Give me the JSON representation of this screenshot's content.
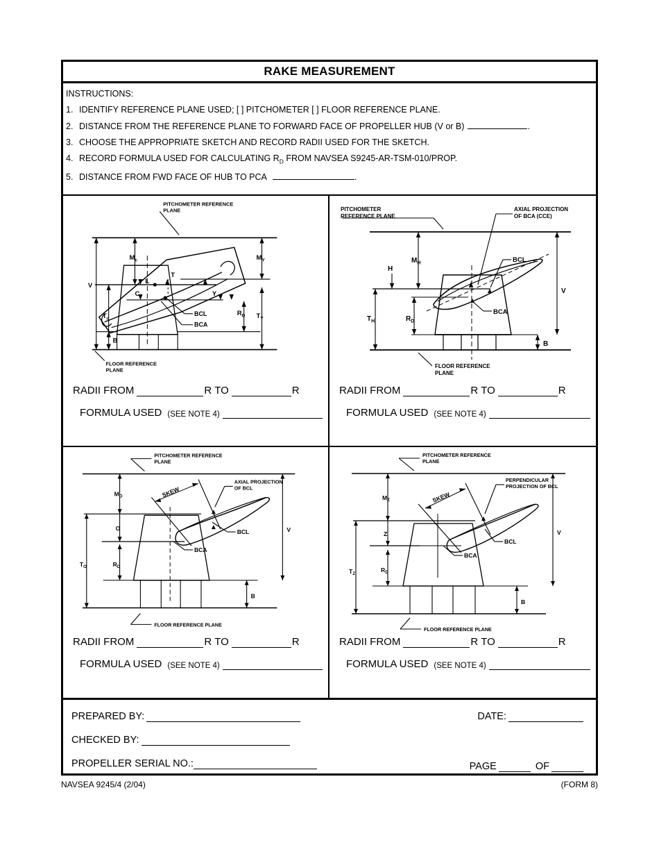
{
  "form": {
    "title": "RAKE MEASUREMENT",
    "instructions_heading": "INSTRUCTIONS:",
    "instructions": [
      {
        "num": "1.",
        "text": "IDENTIFY REFERENCE PLANE USED; [  ] PITCHOMETER [  ] FLOOR REFERENCE PLANE."
      },
      {
        "num": "2.",
        "text_before": "DISTANCE FROM THE REFERENCE PLANE TO FORWARD FACE OF PROPELLER HUB (V or B)",
        "text_after": "."
      },
      {
        "num": "3.",
        "text": "CHOOSE THE APPROPRIATE SKETCH AND RECORD RADII USED FOR THE SKETCH."
      },
      {
        "num": "4.",
        "text_before": "RECORD FORMULA USED FOR CALCULATING R",
        "subscript": "D",
        "text_after": " FROM NAVSEA S9245-AR-TSM-010/PROP."
      },
      {
        "num": "5.",
        "text_before": "DISTANCE FROM FWD FACE OF HUB TO PCA",
        "text_after": "."
      }
    ],
    "field_labels": {
      "radii_from": "RADII FROM",
      "to": "TO",
      "r_mark": "R",
      "formula_used": "FORMULA USED",
      "see_note": "(SEE NOTE 4)"
    },
    "footer": {
      "prepared_by": "PREPARED BY:",
      "checked_by": "CHECKED BY:",
      "propeller_serial_no": "PROPELLER SERIAL NO.:",
      "date": "DATE:",
      "page": "PAGE",
      "of": "OF"
    },
    "bottom_left": "NAVSEA 9245/4 (2/04)",
    "bottom_right": "(FORM 8)"
  },
  "sketches": [
    {
      "id": "sketch-1",
      "pitchometer_label_line1": "PITCHOMETER REFERENCE",
      "pitchometer_label_line2": "PLANE",
      "floor_label_line1": "FLOOR REFERENCE",
      "floor_label_line2": "PLANE",
      "dims": {
        "m_c": "M",
        "m_c_sub": "c",
        "m_y": "M",
        "m_y_sub": "Y",
        "v": "V",
        "t_c": "T",
        "t_c_sub": "c",
        "t_y": "T",
        "t_y_sub": "Y",
        "r_d": "R",
        "r_d_sub": "D",
        "b": "B",
        "t": "T",
        "l": "L",
        "c": "C",
        "y": "Y"
      },
      "callouts": {
        "bcl": "BCL",
        "bca": "BCA"
      }
    },
    {
      "id": "sketch-2",
      "pitchometer_label_line1": "PITCHOMETER",
      "pitchometer_label_line2": "REFERENCE  PLANE",
      "floor_label_line1": "FLOOR  REFERENCE",
      "floor_label_line2": "PLANE",
      "projection_line1": "AXIAL  PROJECTION",
      "projection_line2": "OF BCA (CCE)",
      "dims": {
        "m_h": "M",
        "m_h_sub": "H",
        "h": "H",
        "t_h": "T",
        "t_h_sub": "H",
        "r_d": "R",
        "r_d_sub": "D",
        "v": "V",
        "b": "B"
      },
      "callouts": {
        "bcl": "BCL",
        "bca": "BCA"
      }
    },
    {
      "id": "sketch-3",
      "pitchometer_label_line1": "PITCHOMETER REFERENCE",
      "pitchometer_label_line2": "PLANE",
      "floor_label": "FLOOR REFERENCE PLANE",
      "projection_line1": "AXIAL PROJECTION",
      "projection_line2": "OF BCL",
      "skew": "SKEW",
      "dims": {
        "m_o": "M",
        "m_o_sub": "O",
        "o": "O",
        "t_o": "T",
        "t_o_sub": "O",
        "r_d": "R",
        "r_d_sub": "D",
        "v": "V",
        "b": "B"
      },
      "callouts": {
        "bcl": "BCL",
        "bca": "BCA"
      }
    },
    {
      "id": "sketch-4",
      "pitchometer_label_line1": "PITCHOMETER REFERENCE",
      "pitchometer_label_line2": "PLANE",
      "floor_label": "FLOOR REFERENCE  PLANE",
      "projection_line1": "PERPENDICULAR",
      "projection_line2": "PROJECTION OF BCL",
      "skew": "SKEW",
      "dims": {
        "m_z": "M",
        "m_z_sub": "Z",
        "z": "Z",
        "t_z": "T",
        "t_z_sub": "Z",
        "r_d": "R",
        "r_d_sub": "D",
        "v": "V",
        "b": "B"
      },
      "callouts": {
        "bcl": "BCL",
        "bca": "BCA"
      }
    }
  ]
}
